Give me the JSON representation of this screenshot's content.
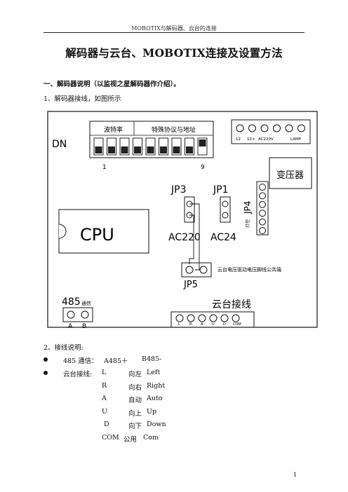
{
  "header": {
    "text": "MOBOTIX与解码器、云台的连接"
  },
  "title": "解码器与云台、MOBOTIX连接及设置方法",
  "section1": {
    "heading": "一、解码器说明（以监视之星解码器作介绍）。"
  },
  "para1": "1、解码器接线，如图所示",
  "figure": {
    "dip_label": "DN",
    "dip_group_baud": "波特率",
    "dip_group_protocol": "特殊协议与地址",
    "dip_start": "1",
    "dip_end": "9",
    "terminal_labels": [
      "-12",
      "12+",
      "AC220V",
      "LAMP"
    ],
    "transformer": "变压器",
    "jp4": "JP4",
    "jp4_side": "灯控",
    "jp3": "JP3",
    "jp1": "JP1",
    "ac220": "AC220",
    "ac24": "AC24",
    "cpu": "CPU",
    "jp5": "JP5",
    "jp5_note": "云台电压驱动电压脚线公共端",
    "rs485": "485",
    "rs485_side": "通信",
    "rs485_pins": [
      "A",
      "B"
    ],
    "ptz_title": "云台接线",
    "ptz_pins": [
      "L",
      "R",
      "A",
      "U",
      "D",
      "COM"
    ],
    "dip_on_switches": [
      9
    ]
  },
  "para2": "2、接线说明:",
  "bullets": {
    "b1_label": "485 通信：",
    "b1_a": "A485＋",
    "b1_b": "B485-",
    "b2_label": "云台接线:"
  },
  "commands": [
    {
      "code": "L",
      "cn": "向左",
      "en": "Left"
    },
    {
      "code": "R",
      "cn": "向右",
      "en": "Right"
    },
    {
      "code": "A",
      "cn": "自动",
      "en": "Auto"
    },
    {
      "code": "U",
      "cn": "向上",
      "en": "Up"
    },
    {
      "code": "D",
      "cn": "向下",
      "en": "Down"
    },
    {
      "code": "COM",
      "cn": "公用",
      "en": "Com"
    }
  ],
  "page_number": "1"
}
